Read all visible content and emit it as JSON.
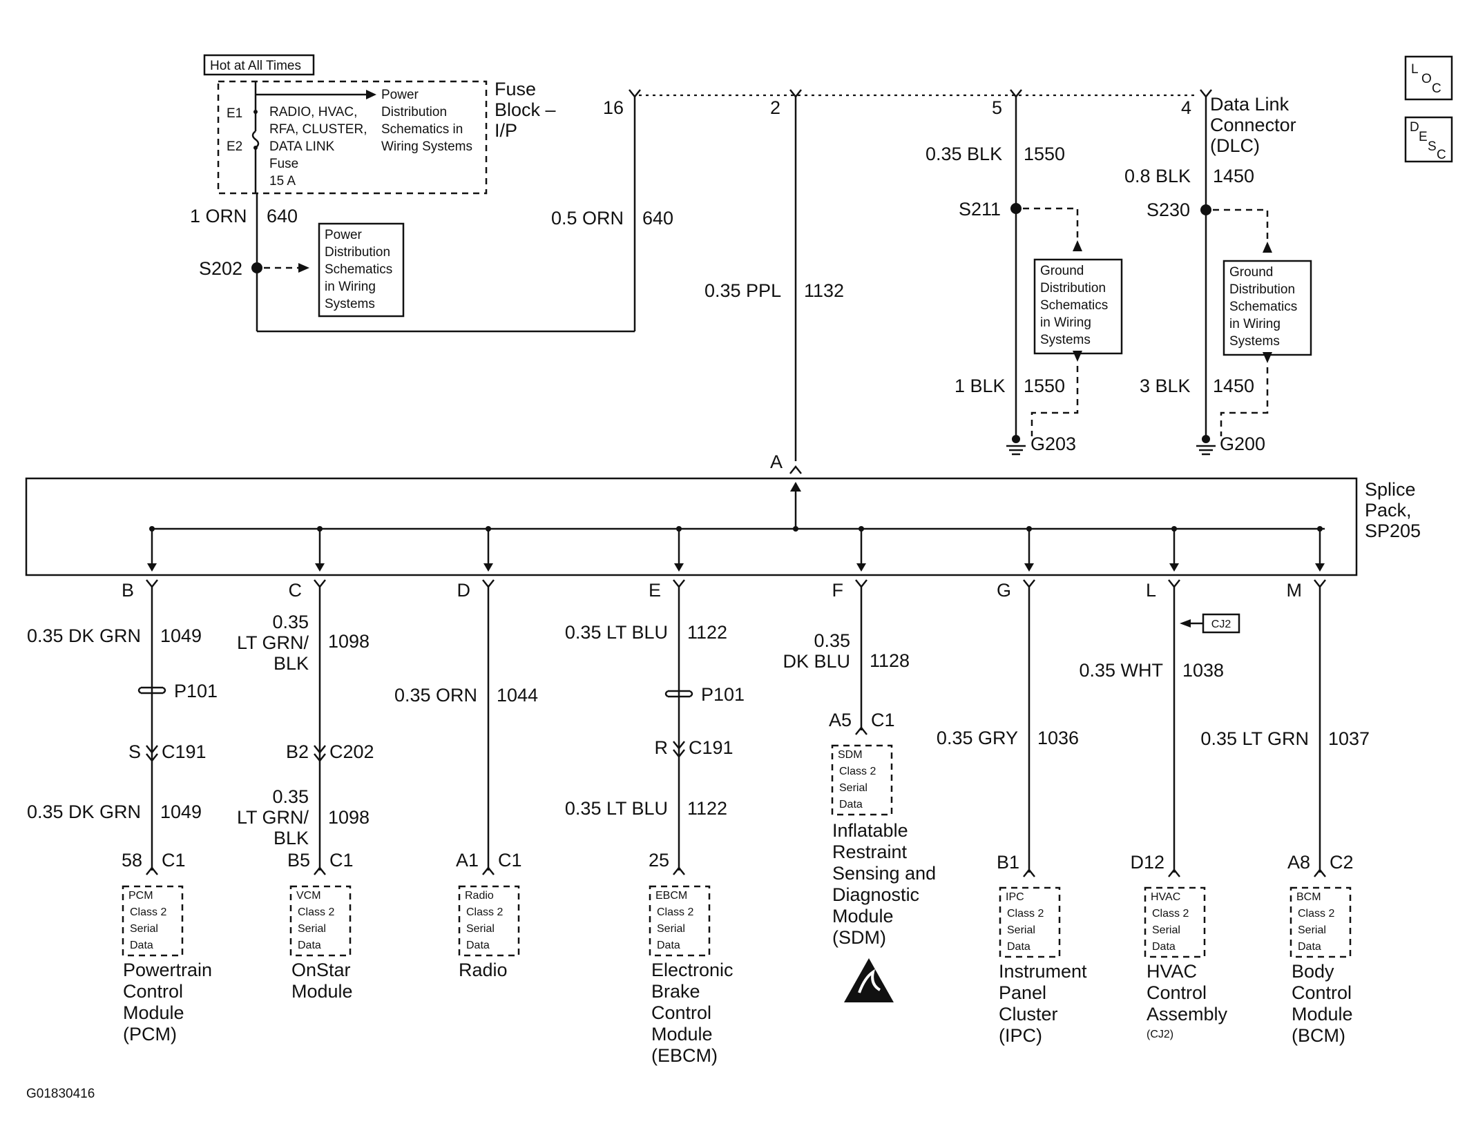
{
  "diagram_code": "G01830416",
  "icons": {
    "loc": [
      "L",
      "O",
      "C"
    ],
    "desc": [
      "D",
      "E",
      "S",
      "C"
    ]
  },
  "power": {
    "hot_label": "Hot at All Times",
    "fuse_e1": "E1",
    "fuse_e2": "E2",
    "fuse_name": [
      "RADIO, HVAC,",
      "RFA, CLUSTER,",
      "DATA LINK",
      "Fuse",
      "15 A"
    ],
    "fuse_ref": [
      "Power",
      "Distribution",
      "Schematics in",
      "Wiring Systems"
    ],
    "fuse_block": [
      "Fuse",
      "Block –",
      "I/P"
    ],
    "pin_16": "16",
    "wire_1_gauge": "1 ORN",
    "wire_1_circuit": "640",
    "wire_2_gauge": "0.5 ORN",
    "wire_2_circuit": "640",
    "splice": "S202",
    "splice_ref": [
      "Power",
      "Distribution",
      "Schematics",
      "in Wiring",
      "Systems"
    ]
  },
  "dlc": {
    "title": [
      "Data Link",
      "Connector",
      "(DLC)"
    ],
    "pin_2": "2",
    "pin_5": "5",
    "pin_4": "4",
    "ppl_gauge": "0.35 PPL",
    "ppl_circuit": "1132",
    "g1": {
      "gauge_top": "0.35 BLK",
      "circuit_top": "1550",
      "splice": "S211",
      "ref": [
        "Ground",
        "Distribution",
        "Schematics",
        "in Wiring",
        "Systems"
      ],
      "gauge_bot": "1 BLK",
      "circuit_bot": "1550",
      "ground": "G203"
    },
    "g2": {
      "gauge_top": "0.8 BLK",
      "circuit_top": "1450",
      "splice": "S230",
      "ref": [
        "Ground",
        "Distribution",
        "Schematics",
        "in Wiring",
        "Systems"
      ],
      "gauge_bot": "3 BLK",
      "circuit_bot": "1450",
      "ground": "G200"
    }
  },
  "splice_pack": {
    "label": [
      "Splice",
      "Pack,",
      "SP205"
    ],
    "pin_a": "A"
  },
  "serial_lines": [
    "Class 2",
    "Serial",
    "Data"
  ],
  "branches": [
    {
      "pin": "B",
      "gauge": [
        "0.35 DK GRN"
      ],
      "circuit": "1049",
      "inline": "P101",
      "conn_pin": "S",
      "conn": "C191",
      "gauge2": [
        "0.35 DK GRN"
      ],
      "circuit2": "1049",
      "mod_pin": "58",
      "mod_conn": "C1",
      "box_name": "PCM",
      "name": [
        "Powertrain",
        "Control",
        "Module",
        "(PCM)"
      ]
    },
    {
      "pin": "C",
      "gauge": [
        "0.35",
        "LT GRN/",
        "BLK"
      ],
      "circuit": "1098",
      "conn_pin": "B2",
      "conn": "C202",
      "gauge2": [
        "0.35",
        "LT GRN/",
        "BLK"
      ],
      "circuit2": "1098",
      "mod_pin": "B5",
      "mod_conn": "C1",
      "box_name": "VCM",
      "name": [
        "OnStar",
        "Module"
      ]
    },
    {
      "pin": "D",
      "gauge": [
        "0.35 ORN"
      ],
      "circuit": "1044",
      "mod_pin": "A1",
      "mod_conn": "C1",
      "box_name": "Radio",
      "name": [
        "Radio"
      ]
    },
    {
      "pin": "E",
      "gauge": [
        "0.35 LT BLU"
      ],
      "circuit": "1122",
      "inline": "P101",
      "conn_pin": "R",
      "conn": "C191",
      "gauge2": [
        "0.35 LT BLU"
      ],
      "circuit2": "1122",
      "mod_pin": "25",
      "mod_conn": "",
      "box_name": "EBCM",
      "name": [
        "Electronic",
        "Brake",
        "Control",
        "Module",
        "(EBCM)"
      ]
    },
    {
      "pin": "F",
      "gauge": [
        "0.35",
        "DK BLU"
      ],
      "circuit": "1128",
      "mod_pin": "A5",
      "mod_conn": "C1",
      "box_name": "SDM",
      "name": [
        "Inflatable",
        "Restraint",
        "Sensing and",
        "Diagnostic",
        "Module",
        "(SDM)"
      ]
    },
    {
      "pin": "G",
      "gauge": [
        "0.35 GRY"
      ],
      "circuit": "1036",
      "mod_pin": "B1",
      "mod_conn": "",
      "box_name": "IPC",
      "name": [
        "Instrument",
        "Panel",
        "Cluster",
        "(IPC)"
      ]
    },
    {
      "pin": "L",
      "gauge": [
        "0.35 WHT"
      ],
      "circuit": "1038",
      "option": "CJ2",
      "mod_pin": "D12",
      "mod_conn": "",
      "box_name": "HVAC",
      "name": [
        "HVAC",
        "Control",
        "Assembly"
      ],
      "name_sub": "(CJ2)"
    },
    {
      "pin": "M",
      "gauge": [
        "0.35 LT GRN"
      ],
      "circuit": "1037",
      "mod_pin": "A8",
      "mod_conn": "C2",
      "box_name": "BCM",
      "name": [
        "Body",
        "Control",
        "Module",
        "(BCM)"
      ]
    }
  ]
}
